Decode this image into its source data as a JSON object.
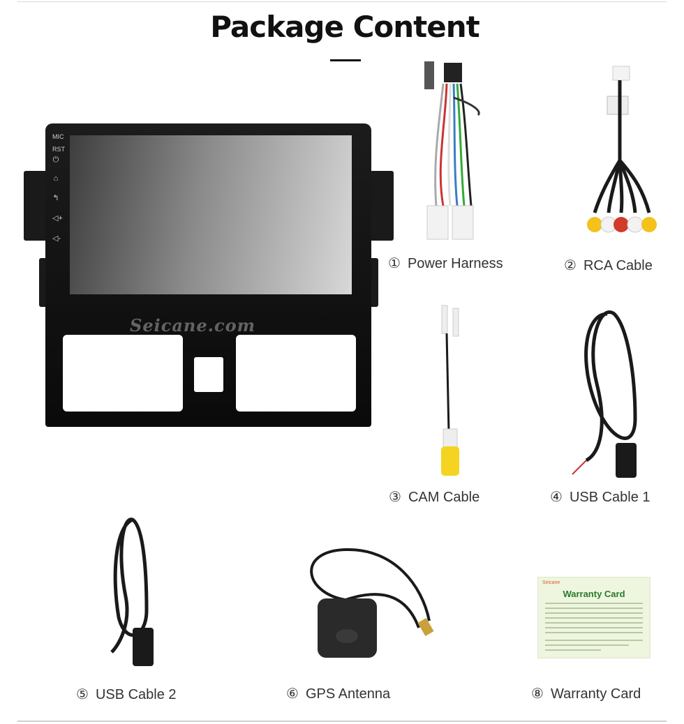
{
  "page": {
    "title": "Package Content",
    "watermark": "Seicane.com"
  },
  "colors": {
    "title": "#111111",
    "caption": "#333333",
    "warranty_bg": "#eef6df",
    "warranty_title": "#2a7a2a"
  },
  "head_unit": {
    "side_labels": [
      "MIC",
      "RST"
    ]
  },
  "items": [
    {
      "num": "①",
      "label": "Power Harness"
    },
    {
      "num": "②",
      "label": "RCA Cable"
    },
    {
      "num": "③",
      "label": "CAM Cable"
    },
    {
      "num": "④",
      "label": "USB Cable 1"
    },
    {
      "num": "⑤",
      "label": "USB Cable 2"
    },
    {
      "num": "⑥",
      "label": "GPS Antenna"
    },
    {
      "num": "⑧",
      "label": "Warranty Card"
    }
  ],
  "warranty_card": {
    "brand": "Seicane",
    "heading": "Warranty Card"
  }
}
